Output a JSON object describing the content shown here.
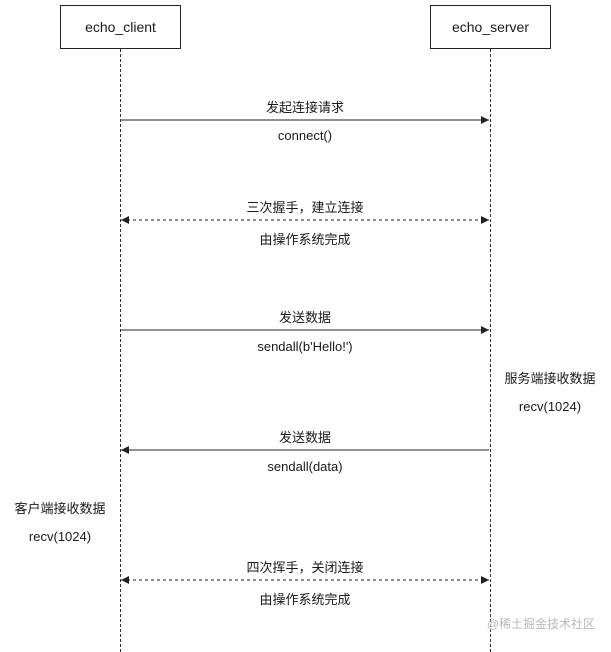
{
  "actors": {
    "client": "echo_client",
    "server": "echo_server"
  },
  "messages": {
    "connect_request": "发起连接请求",
    "connect_call": "connect()",
    "handshake": "三次握手，建立连接",
    "handshake_by": "由操作系统完成",
    "send1_title": "发送数据",
    "send1_call": "sendall(b'Hello!')",
    "server_recv_title": "服务端接收数据",
    "server_recv_call": "recv(1024)",
    "send2_title": "发送数据",
    "send2_call": "sendall(data)",
    "client_recv_title": "客户端接收数据",
    "client_recv_call": "recv(1024)",
    "wave": "四次挥手，关闭连接",
    "wave_by": "由操作系统完成"
  },
  "watermark": "@稀土掘金技术社区",
  "colors": {
    "line": "#222222",
    "watermark": "#b8b8b8"
  }
}
